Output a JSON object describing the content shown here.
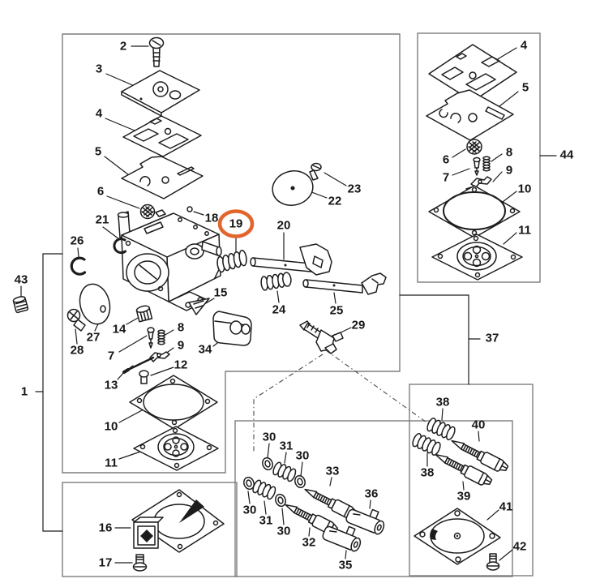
{
  "diagram": {
    "type": "exploded-parts-diagram",
    "subject": "carburetor assembly",
    "background_color": "#ffffff",
    "line_color": "#1c1c1c",
    "box_border_color": "#7d7d7d",
    "highlight_color": "#E2652E",
    "highlighted_part": "19"
  },
  "callouts": {
    "main": [
      {
        "label": "2"
      },
      {
        "label": "3"
      },
      {
        "label": "4"
      },
      {
        "label": "5"
      },
      {
        "label": "6"
      },
      {
        "label": "21"
      },
      {
        "label": "26"
      },
      {
        "label": "43"
      },
      {
        "label": "18"
      },
      {
        "label": "19"
      },
      {
        "label": "20"
      },
      {
        "label": "23"
      },
      {
        "label": "22"
      },
      {
        "label": "15"
      },
      {
        "label": "24"
      },
      {
        "label": "25"
      },
      {
        "label": "27"
      },
      {
        "label": "28"
      },
      {
        "label": "14"
      },
      {
        "label": "7"
      },
      {
        "label": "8"
      },
      {
        "label": "9"
      },
      {
        "label": "12"
      },
      {
        "label": "13"
      },
      {
        "label": "34"
      },
      {
        "label": "29"
      },
      {
        "label": "10"
      },
      {
        "label": "11"
      }
    ],
    "connectors": [
      {
        "label": "1"
      },
      {
        "label": "37"
      },
      {
        "label": "44"
      }
    ],
    "bottom_left": [
      {
        "label": "16"
      },
      {
        "label": "17"
      }
    ],
    "bottom_middle": [
      {
        "label": "30"
      },
      {
        "label": "31"
      },
      {
        "label": "30"
      },
      {
        "label": "33"
      },
      {
        "label": "36"
      },
      {
        "label": "30"
      },
      {
        "label": "31"
      },
      {
        "label": "30"
      },
      {
        "label": "32"
      },
      {
        "label": "35"
      }
    ],
    "top_right": [
      {
        "label": "4"
      },
      {
        "label": "5"
      },
      {
        "label": "6"
      },
      {
        "label": "8"
      },
      {
        "label": "7"
      },
      {
        "label": "9"
      },
      {
        "label": "10"
      },
      {
        "label": "11"
      }
    ],
    "bottom_right": [
      {
        "label": "38"
      },
      {
        "label": "40"
      },
      {
        "label": "38"
      },
      {
        "label": "39"
      },
      {
        "label": "41"
      },
      {
        "label": "42"
      }
    ]
  }
}
